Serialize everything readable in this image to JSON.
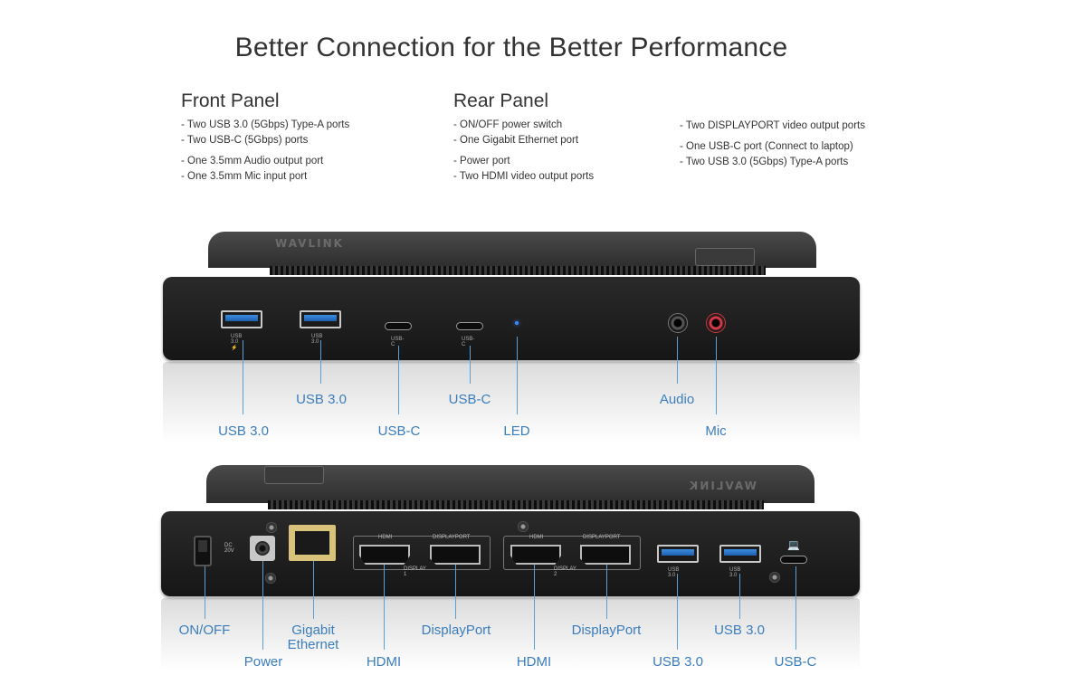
{
  "title": "Better Connection for the Better Performance",
  "front_panel": {
    "heading": "Front Panel",
    "items": [
      "- Two USB 3.0 (5Gbps) Type-A ports",
      "- Two USB-C (5Gbps) ports",
      "- One 3.5mm Audio output port",
      "- One 3.5mm Mic input port"
    ]
  },
  "rear_panel": {
    "heading": "Rear Panel",
    "items": [
      "- ON/OFF power switch",
      "- One Gigabit Ethernet port",
      "- Power port",
      "- Two HDMI video output ports"
    ],
    "items_2": [
      "- Two DISPLAYPORT video output ports",
      "- One USB-C port (Connect to laptop)",
      "- Two USB 3.0 (5Gbps) Type-A ports"
    ]
  },
  "device": {
    "logo": "WAVLINK",
    "port_tags": {
      "usb30_charge": "USB 3.0 ⚡",
      "usb30": "USB 3.0",
      "usbc": "USB-C",
      "hdmi": "HDMI",
      "displayport": "DISPLAYPORT",
      "display1": "DISPLAY 1",
      "display2": "DISPLAY 2",
      "dc": "DC 20V"
    }
  },
  "front_labels": {
    "usb30_a": "USB 3.0",
    "usb30_b": "USB 3.0",
    "usbc_a": "USB-C",
    "usbc_b": "USB-C",
    "led": "LED",
    "audio": "Audio",
    "mic": "Mic"
  },
  "rear_labels": {
    "onoff": "ON/OFF",
    "power": "Power",
    "ethernet": "Gigabit Ethernet",
    "hdmi_1": "HDMI",
    "displayport_1": "DisplayPort",
    "hdmi_2": "HDMI",
    "displayport_2": "DisplayPort",
    "usb30_a": "USB 3.0",
    "usb30_b": "USB 3.0",
    "usbc": "USB-C"
  },
  "colors": {
    "callout": "#3b7dbd",
    "usb_blue": "#2f7ed3",
    "mic_red": "#c53a47"
  }
}
